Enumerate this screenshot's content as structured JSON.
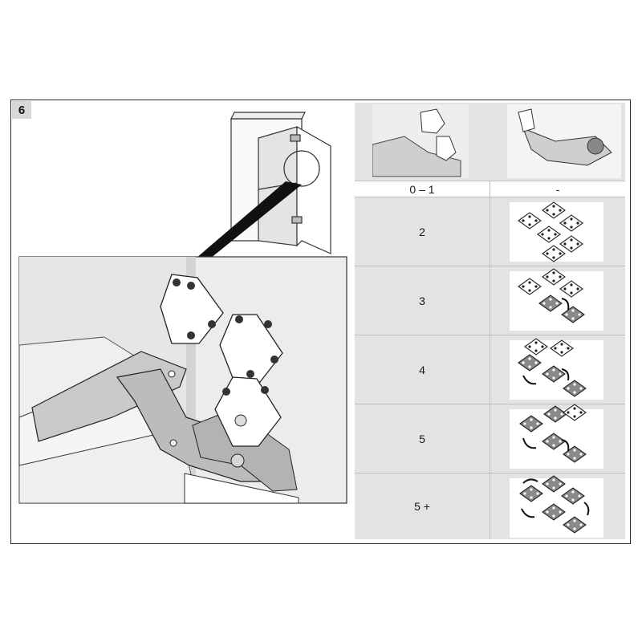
{
  "step": {
    "number": "6"
  },
  "settings_table": {
    "rows": [
      {
        "label": "0 – 1",
        "right_text": "-"
      },
      {
        "label": "2"
      },
      {
        "label": "3"
      },
      {
        "label": "4"
      },
      {
        "label": "5"
      },
      {
        "label": "5 +"
      }
    ]
  }
}
